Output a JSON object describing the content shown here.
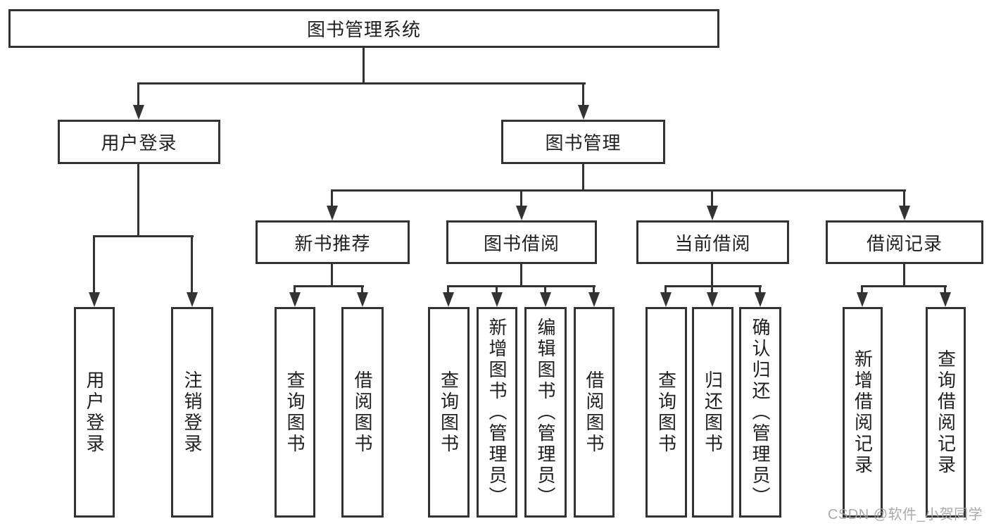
{
  "diagram": {
    "type": "hierarchy",
    "title": "图书管理系统",
    "watermark": "CSDN @软件_小贺同学",
    "colors": {
      "line": "#333333",
      "box_border": "#333333",
      "box_fill": "#ffffff",
      "text": "#1f1f1f",
      "watermark": "#a3a3a3",
      "background": "#ffffff"
    },
    "tree": {
      "label": "图书管理系统",
      "children": [
        {
          "label": "用户登录",
          "children": [
            {
              "label": "用户登录"
            },
            {
              "label": "注销登录"
            }
          ]
        },
        {
          "label": "图书管理",
          "children": [
            {
              "label": "新书推荐",
              "children": [
                {
                  "label": "查询图书"
                },
                {
                  "label": "借阅图书"
                }
              ]
            },
            {
              "label": "图书借阅",
              "children": [
                {
                  "label": "查询图书"
                },
                {
                  "label": "新增图书（管理员）"
                },
                {
                  "label": "编辑图书（管理员）"
                },
                {
                  "label": "借阅图书"
                }
              ]
            },
            {
              "label": "当前借阅",
              "children": [
                {
                  "label": "查询图书"
                },
                {
                  "label": "归还图书"
                },
                {
                  "label": "确认归还（管理员）"
                }
              ]
            },
            {
              "label": "借阅记录",
              "children": [
                {
                  "label": "新增借阅记录"
                },
                {
                  "label": "查询借阅记录"
                }
              ]
            }
          ]
        }
      ]
    }
  }
}
